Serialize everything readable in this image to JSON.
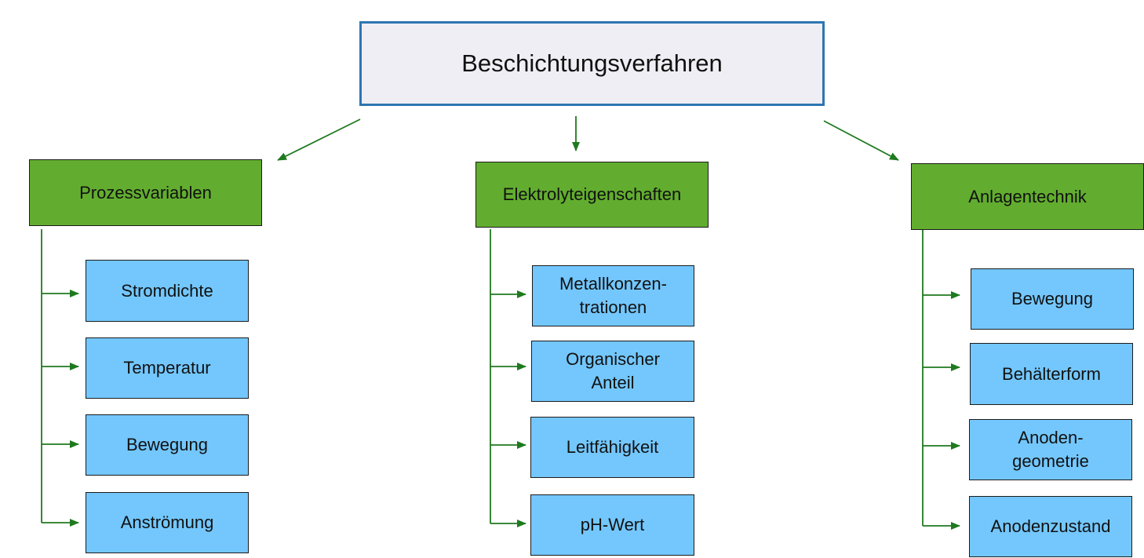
{
  "root": {
    "label": "Beschichtungsverfahren"
  },
  "columns": [
    {
      "label": "Prozessvariablen",
      "items": [
        "Stromdichte",
        "Temperatur",
        "Bewegung",
        "Anströmung"
      ]
    },
    {
      "label": "Elektrolyteigenschaften",
      "items": [
        "Metallkonzen-\ntrationen",
        "Organischer\nAnteil",
        "Leitfähigkeit",
        "pH-Wert"
      ]
    },
    {
      "label": "Anlagentechnik",
      "items": [
        "Bewegung",
        "Behälterform",
        "Anoden-\ngeometrie",
        "Anodenzustand"
      ]
    }
  ],
  "colors": {
    "root_fill": "#efeef4",
    "root_border": "#2e76b2",
    "category_fill": "#62ad2f",
    "leaf_fill": "#73c7fd",
    "connector": "#1f7a1f"
  }
}
